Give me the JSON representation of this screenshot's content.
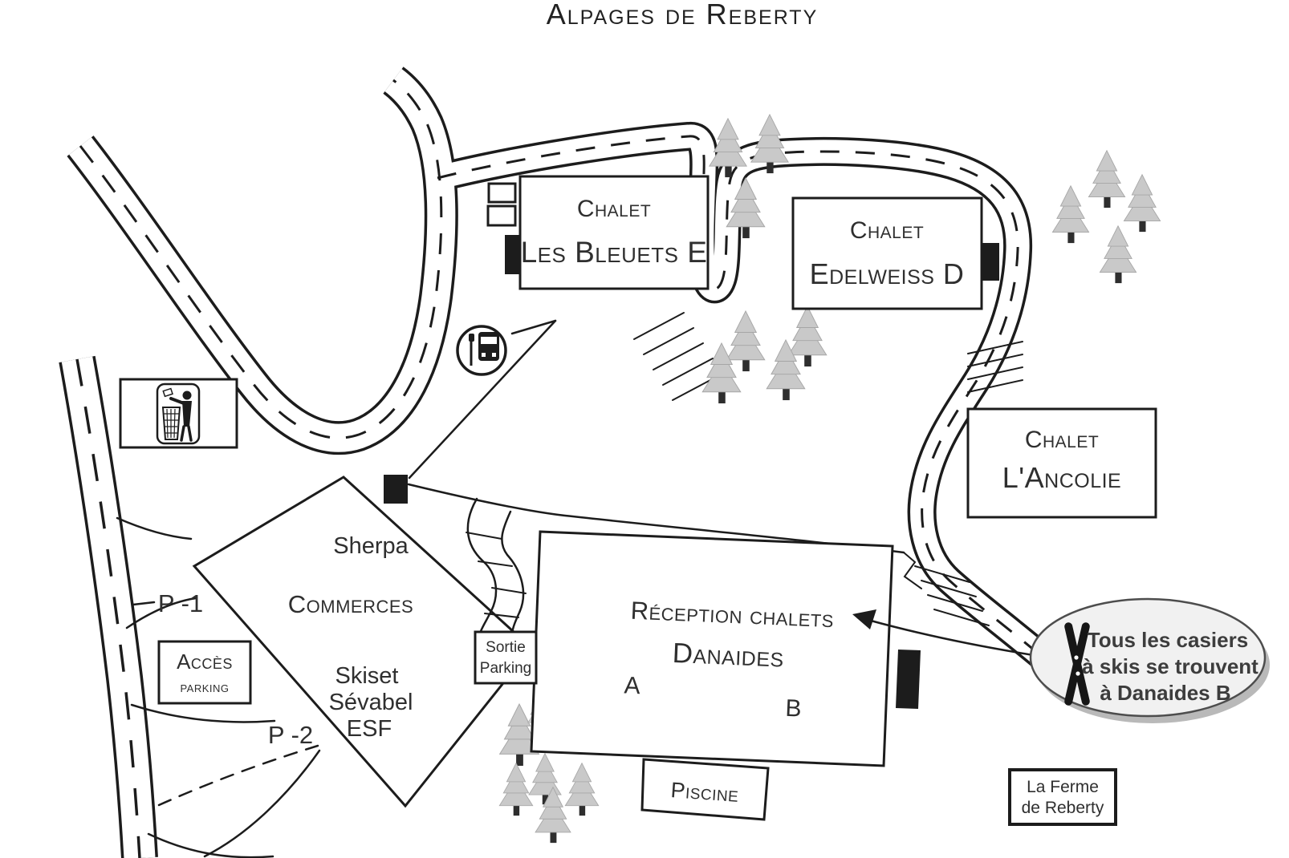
{
  "title": "Alpages de Reberty",
  "buildings": {
    "bleuets": {
      "line1": "Chalet",
      "line2": "Les Bleuets E"
    },
    "edelweiss": {
      "line1": "Chalet",
      "line2": "Edelweiss D"
    },
    "ancolie": {
      "line1": "Chalet",
      "line2": "L'Ancolie"
    },
    "reception": {
      "line1": "Réception chalets",
      "line2": "Danaides",
      "unit_a": "A",
      "unit_b": "B"
    },
    "piscine": {
      "label": "Piscine"
    },
    "ferme": {
      "line1": "La Ferme",
      "line2": "de Reberty"
    }
  },
  "commerces": {
    "sign_top": "Sherpa",
    "name": "Commerces",
    "tenants": [
      "Skiset",
      "Sévabel",
      "ESF"
    ]
  },
  "parking": {
    "p1": "P -1",
    "p2": "P -2",
    "acces": {
      "line1": "Accès",
      "line2": "parking"
    },
    "sortie": {
      "line1": "Sortie",
      "line2": "Parking"
    }
  },
  "ski_note": {
    "line1": "Tous les casiers",
    "line2": "à skis se trouvent",
    "line3": "à Danaides B"
  },
  "icons": {
    "bus_stop": "bus-stop-icon",
    "litter": "litter-disposal-icon",
    "skis": "crossed-skis-icon"
  },
  "colors": {
    "ink": "#1c1c1c",
    "tree_fill": "#c9c9c9",
    "tree_trunk": "#2e2e2e",
    "note_fill": "#f1f1f1",
    "text": "#2f2f2f"
  }
}
